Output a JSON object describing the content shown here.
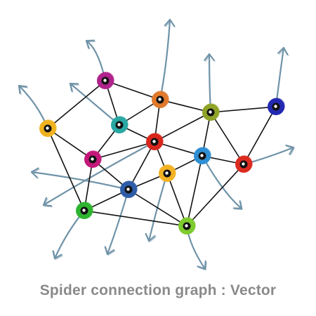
{
  "caption": "Spider connection graph : Vector",
  "colors": {
    "edge": "#111111",
    "arrow": "#6f93a8",
    "node_core": "#111111"
  },
  "graph": {
    "nodes": [
      {
        "id": "magenta-top",
        "color": "#b0228c"
      },
      {
        "id": "orange-top",
        "color": "#e07a2c"
      },
      {
        "id": "olive",
        "color": "#8ea327"
      },
      {
        "id": "navy",
        "color": "#2329b0"
      },
      {
        "id": "yellow-left",
        "color": "#f0b21e"
      },
      {
        "id": "teal",
        "color": "#2aa8a3"
      },
      {
        "id": "red-center",
        "color": "#d9261c"
      },
      {
        "id": "pink",
        "color": "#c3187a"
      },
      {
        "id": "light-blue",
        "color": "#2f8fd4"
      },
      {
        "id": "red-right",
        "color": "#dc2b21"
      },
      {
        "id": "gold",
        "color": "#f3b224"
      },
      {
        "id": "blue",
        "color": "#2e5da8"
      },
      {
        "id": "green-left",
        "color": "#2fb42f"
      },
      {
        "id": "green-bottom",
        "color": "#7ecb2e"
      }
    ],
    "edges": [
      [
        "magenta-top",
        "orange-top"
      ],
      [
        "magenta-top",
        "teal"
      ],
      [
        "magenta-top",
        "yellow-left"
      ],
      [
        "orange-top",
        "teal"
      ],
      [
        "orange-top",
        "olive"
      ],
      [
        "orange-top",
        "red-center"
      ],
      [
        "olive",
        "navy"
      ],
      [
        "olive",
        "red-center"
      ],
      [
        "olive",
        "light-blue"
      ],
      [
        "olive",
        "red-right"
      ],
      [
        "navy",
        "red-right"
      ],
      [
        "yellow-left",
        "pink"
      ],
      [
        "yellow-left",
        "green-left"
      ],
      [
        "teal",
        "pink"
      ],
      [
        "teal",
        "red-center"
      ],
      [
        "red-center",
        "pink"
      ],
      [
        "red-center",
        "gold"
      ],
      [
        "red-center",
        "light-blue"
      ],
      [
        "red-center",
        "blue"
      ],
      [
        "light-blue",
        "gold"
      ],
      [
        "light-blue",
        "red-right"
      ],
      [
        "light-blue",
        "green-bottom"
      ],
      [
        "pink",
        "blue"
      ],
      [
        "pink",
        "green-left"
      ],
      [
        "gold",
        "blue"
      ],
      [
        "gold",
        "green-bottom"
      ],
      [
        "blue",
        "green-left"
      ],
      [
        "blue",
        "green-bottom"
      ],
      [
        "green-left",
        "green-bottom"
      ],
      [
        "red-right",
        "green-bottom"
      ]
    ],
    "arrows": [
      {
        "from": "magenta-top",
        "direction": "up-left"
      },
      {
        "from": "orange-top",
        "direction": "up"
      },
      {
        "from": "olive",
        "direction": "up"
      },
      {
        "from": "navy",
        "direction": "up"
      },
      {
        "from": "yellow-left",
        "direction": "up-left"
      },
      {
        "from": "teal",
        "direction": "up-left"
      },
      {
        "from": "red-center",
        "direction": "left"
      },
      {
        "from": "light-blue",
        "direction": "down-right"
      },
      {
        "from": "red-right",
        "direction": "right"
      },
      {
        "from": "gold",
        "direction": "down"
      },
      {
        "from": "blue",
        "direction": "left"
      },
      {
        "from": "green-left",
        "direction": "down-left"
      },
      {
        "from": "green-bottom",
        "direction": "down"
      },
      {
        "from": "blue",
        "direction": "down-left"
      }
    ]
  }
}
